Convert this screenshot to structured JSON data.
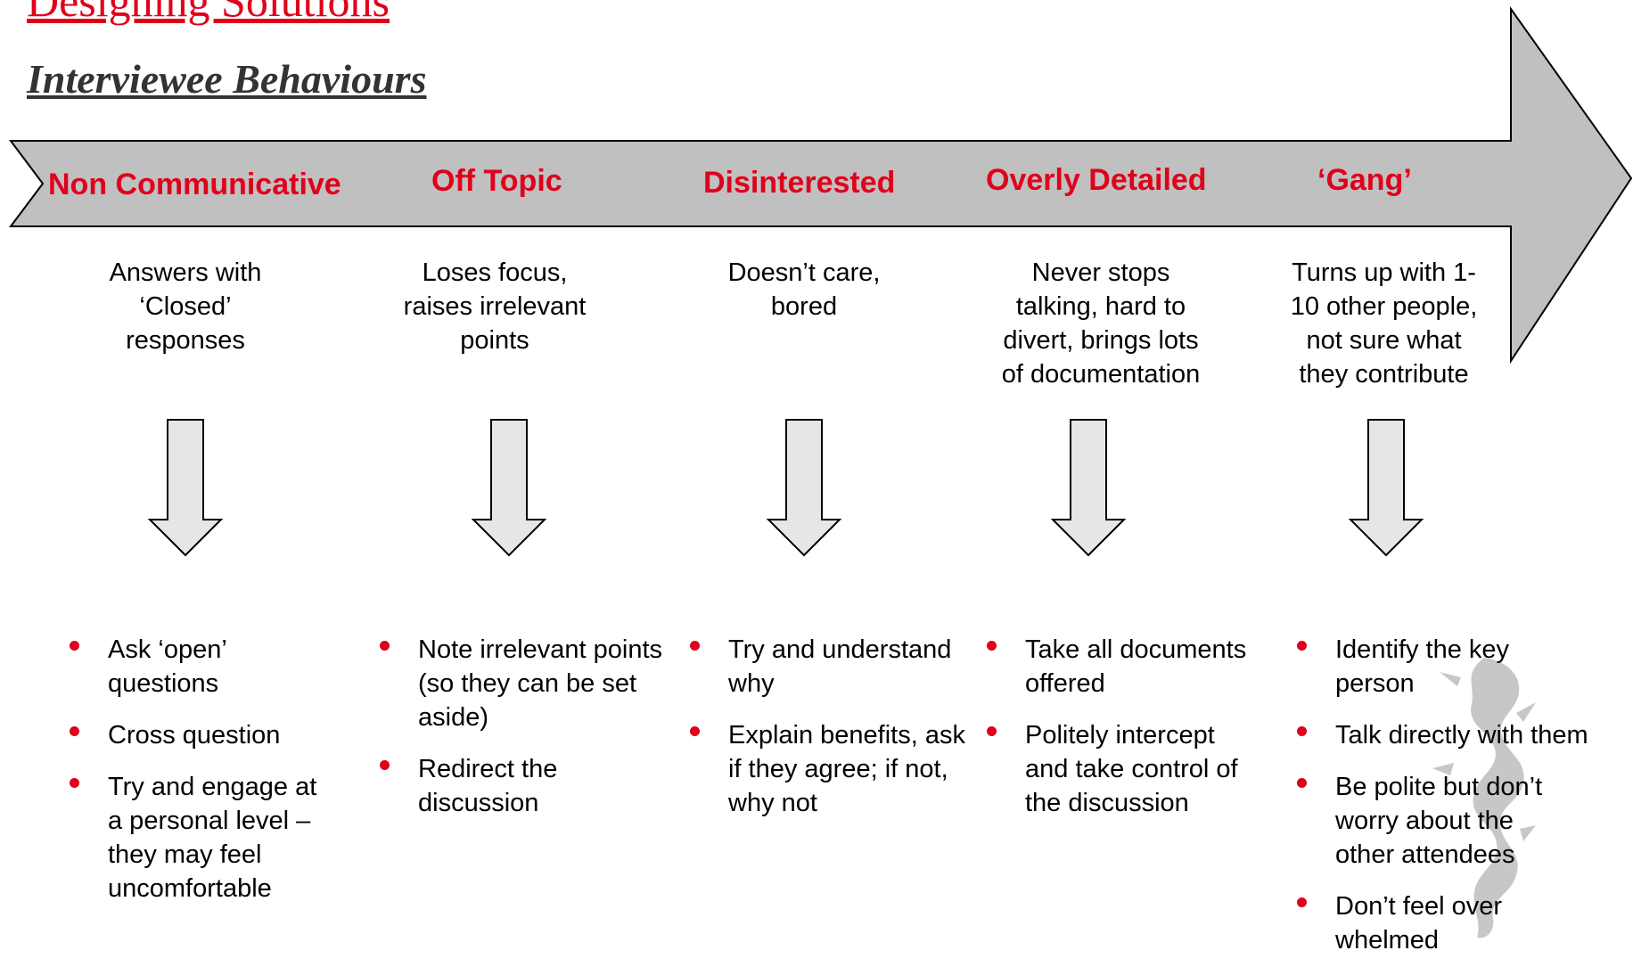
{
  "header": {
    "title": "Designing Solutions",
    "subtitle": "Interviewee Behaviours"
  },
  "colors": {
    "accent": "#e0001b",
    "arrow_fill": "#c0c0c0",
    "small_arrow_fill": "#e6e6e6"
  },
  "columns": [
    {
      "category": "Non Communicative",
      "description": [
        "Answers with",
        "‘Closed’",
        "responses"
      ],
      "tips": [
        "Ask ‘open’ questions",
        "Cross question",
        "Try and engage at a personal level – they may feel uncomfortable"
      ]
    },
    {
      "category": "Off Topic",
      "description": [
        "Loses focus,",
        "raises irrelevant",
        "points"
      ],
      "tips": [
        "Note irrelevant points (so they can be set aside)",
        "Redirect the discussion"
      ]
    },
    {
      "category": "Disinterested",
      "description": [
        "Doesn’t care,",
        "bored"
      ],
      "tips": [
        "Try and understand why",
        "Explain benefits, ask if they agree; if not, why not"
      ]
    },
    {
      "category": "Overly Detailed",
      "description": [
        "Never stops",
        "talking, hard to",
        "divert, brings lots",
        "of documentation"
      ],
      "tips": [
        "Take all documents offered",
        "Politely intercept and take control of the discussion"
      ]
    },
    {
      "category": "‘Gang’",
      "description": [
        "Turns up with 1-",
        "10 other people,",
        "not sure what",
        "they contribute"
      ],
      "tips": [
        "Identify the key person",
        "Talk directly with them",
        "Be polite but don’t worry about the other attendees",
        "Don’t feel over whelmed"
      ]
    }
  ]
}
